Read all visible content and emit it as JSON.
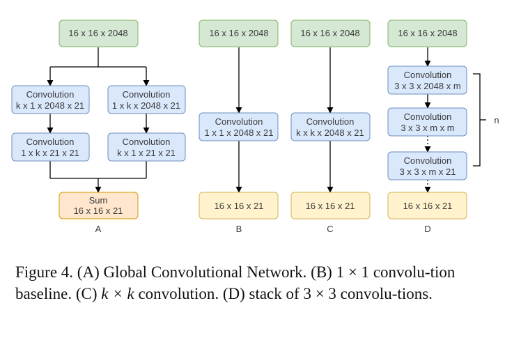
{
  "colors": {
    "green_fill": "#d5e8d4",
    "green_stroke": "#82b366",
    "blue_fill": "#dae8fc",
    "blue_stroke": "#6c8ebf",
    "orange_fill": "#ffe6cc",
    "orange_stroke": "#d79b00",
    "yellow_fill": "#fff2cc",
    "yellow_stroke": "#d6b656"
  },
  "panels": {
    "A": {
      "label": "A",
      "input": "16 x 16 x 2048",
      "left_conv1": [
        "Convolution",
        "k x 1 x 2048 x 21"
      ],
      "left_conv2": [
        "Convolution",
        "1 x k x 21 x 21"
      ],
      "right_conv1": [
        "Convolution",
        "1 x k x 2048 x 21"
      ],
      "right_conv2": [
        "Convolution",
        "k x 1 x 21 x 21"
      ],
      "sum": [
        "Sum",
        "16 x 16 x 21"
      ]
    },
    "B": {
      "label": "B",
      "input": "16 x 16 x 2048",
      "conv": [
        "Convolution",
        "1 x 1 x 2048 x 21"
      ],
      "output": "16 x 16 x 21"
    },
    "C": {
      "label": "C",
      "input": "16 x 16 x 2048",
      "conv": [
        "Convolution",
        "k x k x 2048 x 21"
      ],
      "output": "16 x 16 x 21"
    },
    "D": {
      "label": "D",
      "input": "16 x 16 x 2048",
      "conv1": [
        "Convolution",
        "3 x 3 x 2048 x m"
      ],
      "conv2": [
        "Convolution",
        "3 x 3 x m x m"
      ],
      "conv3": [
        "Convolution",
        "3 x 3 x m x 21"
      ],
      "output": "16 x 16 x 21",
      "repeat_label": "n"
    }
  },
  "caption": {
    "prefix": "Figure 4. (A) Global Convolutional Network. (B) ",
    "one_by_one": "1 × 1",
    "mid1": " convolu-tion baseline. (C) ",
    "k_by_k": "k × k",
    "mid2": " convolution. (D) stack of ",
    "three_by_three": "3 × 3",
    "suffix": " convolu-tions."
  }
}
